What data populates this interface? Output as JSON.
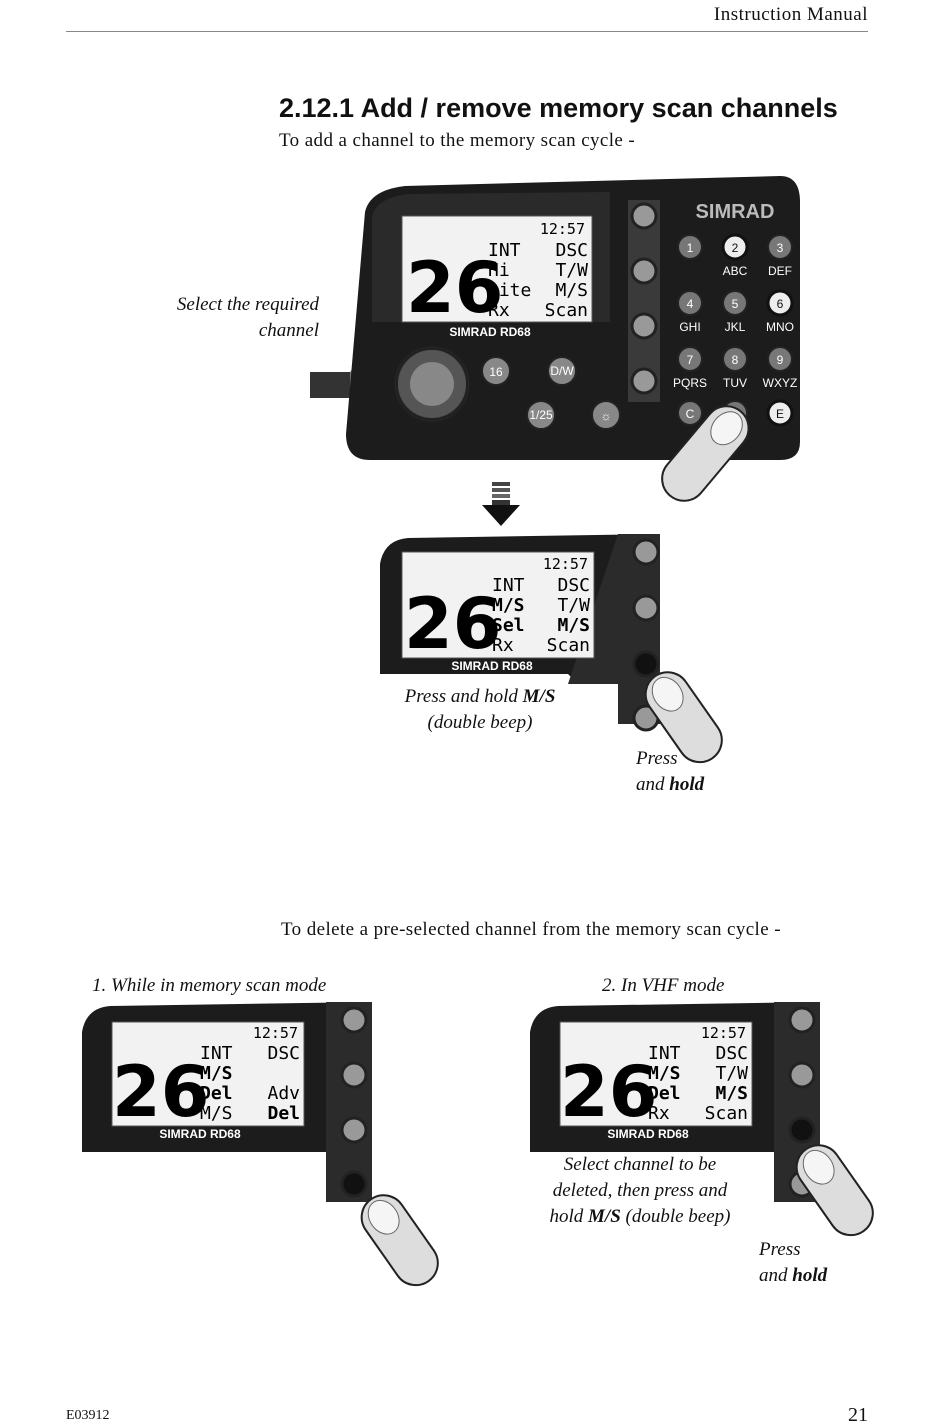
{
  "header": {
    "title": "Instruction Manual"
  },
  "section": {
    "heading": "2.12.1 Add / remove memory scan channels",
    "add_intro": "To add a channel to the memory scan cycle -",
    "delete_intro": "To delete a pre-selected channel from the memory scan cycle -"
  },
  "captions": {
    "select_line1": "Select the required",
    "select_line2": "channel",
    "press_hold_ms_a": "Press and hold ",
    "press_hold_ms_b": "M/S",
    "double_beep": "(double beep)",
    "press1": "Press",
    "and1": "and ",
    "hold1": "hold",
    "while_scan": "1. While in memory scan mode",
    "in_vhf": "2. In VHF mode",
    "select_del_1": "Select channel to be",
    "select_del_2": "deleted, then press and",
    "select_del_3a": "hold ",
    "select_del_3b": "M/S",
    "select_del_3c": " (double beep)",
    "press2": "Press",
    "and2": "and ",
    "hold2": "hold"
  },
  "radio_main": {
    "brand": "SIMRAD",
    "model": "SIMRAD RD68",
    "time": "12:57",
    "channel": "26",
    "left_col": [
      "INT",
      "Hi",
      "Lite",
      "Rx"
    ],
    "right_col": [
      "DSC",
      "T/W",
      "M/S",
      "Scan"
    ],
    "buttons": [
      "16",
      "D/W",
      "1/25"
    ],
    "keypad": [
      {
        "num": "1",
        "letters": ""
      },
      {
        "num": "2",
        "letters": "ABC"
      },
      {
        "num": "3",
        "letters": "DEF"
      },
      {
        "num": "4",
        "letters": "GHI"
      },
      {
        "num": "5",
        "letters": "JKL"
      },
      {
        "num": "6",
        "letters": "MNO"
      },
      {
        "num": "7",
        "letters": "PQRS"
      },
      {
        "num": "8",
        "letters": "TUV"
      },
      {
        "num": "9",
        "letters": "WXYZ"
      },
      {
        "num": "C",
        "letters": ""
      },
      {
        "num": "0",
        "letters": ""
      },
      {
        "num": "E",
        "letters": ""
      }
    ]
  },
  "radio_ms_select": {
    "model": "SIMRAD RD68",
    "time": "12:57",
    "channel": "26",
    "left_col": [
      "INT",
      "M/S",
      "Sel",
      "Rx"
    ],
    "right_col": [
      "DSC",
      "T/W",
      "M/S",
      "Scan"
    ]
  },
  "radio_scan_delete": {
    "model": "SIMRAD RD68",
    "time": "12:57",
    "channel": "26",
    "left_col": [
      "INT",
      "M/S",
      "Del",
      "M/S"
    ],
    "right_col": [
      "DSC",
      "",
      "Adv",
      "Del"
    ]
  },
  "radio_vhf_delete": {
    "model": "SIMRAD RD68",
    "time": "12:57",
    "channel": "26",
    "left_col": [
      "INT",
      "M/S",
      "Del",
      "Rx"
    ],
    "right_col": [
      "DSC",
      "T/W",
      "M/S",
      "Scan"
    ]
  },
  "footer": {
    "doc_code": "E03912",
    "page_number": "21"
  }
}
